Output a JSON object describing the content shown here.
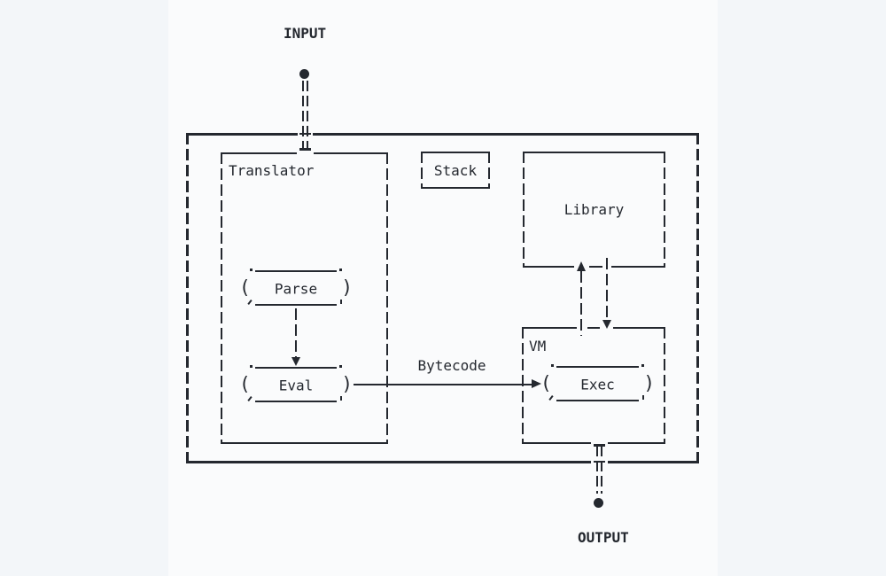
{
  "colors": {
    "page_bg": "#f3f6f9",
    "panel_bg": "#fafbfc",
    "ink": "#24282f"
  },
  "diagram": {
    "input": {
      "label": "INPUT"
    },
    "output": {
      "label": "OUTPUT"
    },
    "translator": {
      "label": "Translator"
    },
    "stack": {
      "label": "Stack"
    },
    "library": {
      "label": "Library"
    },
    "vm": {
      "label": "VM"
    },
    "parse": {
      "label": "Parse",
      "open": "(",
      "close": ")"
    },
    "eval": {
      "label": "Eval",
      "open": "(",
      "close": ")"
    },
    "exec": {
      "label": "Exec",
      "open": "(",
      "close": ")"
    },
    "bytecode": {
      "label": "Bytecode"
    }
  }
}
